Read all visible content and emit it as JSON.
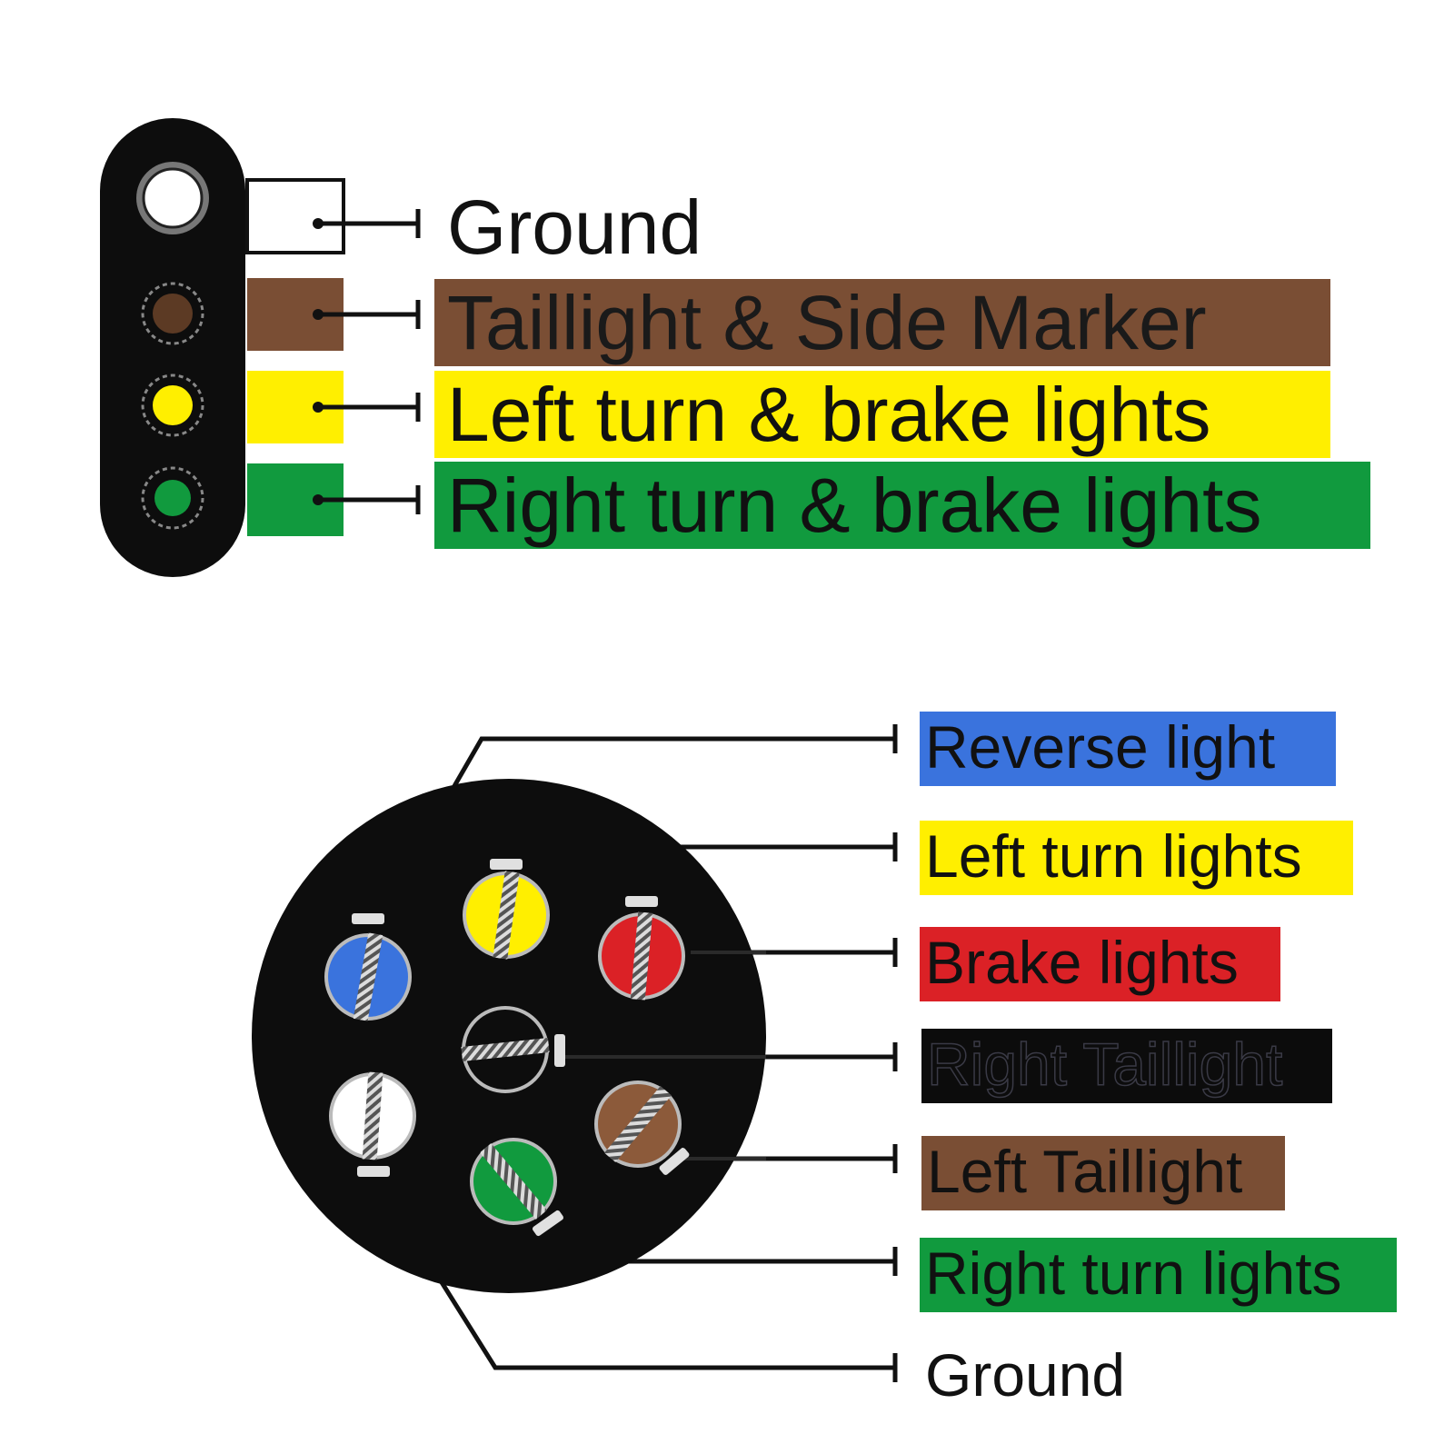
{
  "colors": {
    "white": "#ffffff",
    "brown": "#7a4e34",
    "yellow": "#ffef00",
    "green": "#119a3e",
    "blue": "#3a73dd",
    "red": "#db2126",
    "black": "#0c0c0c"
  },
  "connector_4pin": {
    "pins": [
      {
        "label": "Ground",
        "color": "white"
      },
      {
        "label": "Taillight & Side Marker",
        "color": "brown"
      },
      {
        "label": "Left turn & brake lights",
        "color": "yellow"
      },
      {
        "label": "Right turn & brake lights",
        "color": "green"
      }
    ]
  },
  "connector_7pin": {
    "pins": [
      {
        "label": "Reverse light",
        "color": "blue"
      },
      {
        "label": "Left turn lights",
        "color": "yellow"
      },
      {
        "label": "Brake lights",
        "color": "red"
      },
      {
        "label": "Right Taillight",
        "color": "black"
      },
      {
        "label": "Left Taillight",
        "color": "brown"
      },
      {
        "label": "Right turn lights",
        "color": "green"
      },
      {
        "label": "Ground",
        "color": "white"
      }
    ]
  }
}
